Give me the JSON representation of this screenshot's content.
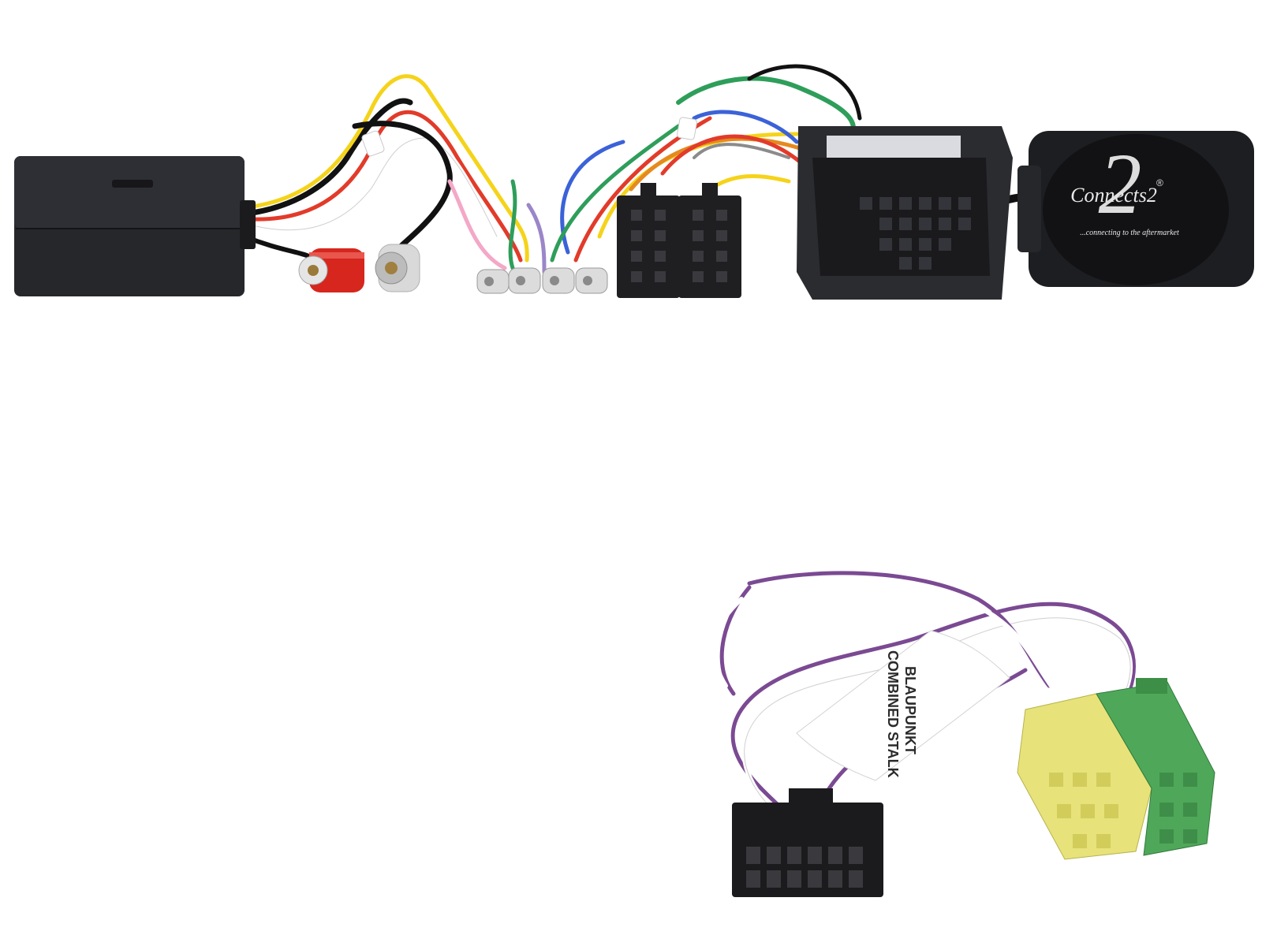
{
  "product": {
    "brand": "Connects2",
    "brand_mark": "2",
    "registered": "®",
    "tagline": "...connecting to the aftermarket"
  },
  "harness_label": {
    "line1": "BLAUPUNKT",
    "line2": "COMBINED STALK"
  },
  "colors": {
    "background": "#ffffff",
    "module_body": "#26272b",
    "rca_red": "#d6261d",
    "connector_yellow": "#e7e27a",
    "connector_green": "#4fa85a",
    "wire_purple": "#7b4a93"
  }
}
